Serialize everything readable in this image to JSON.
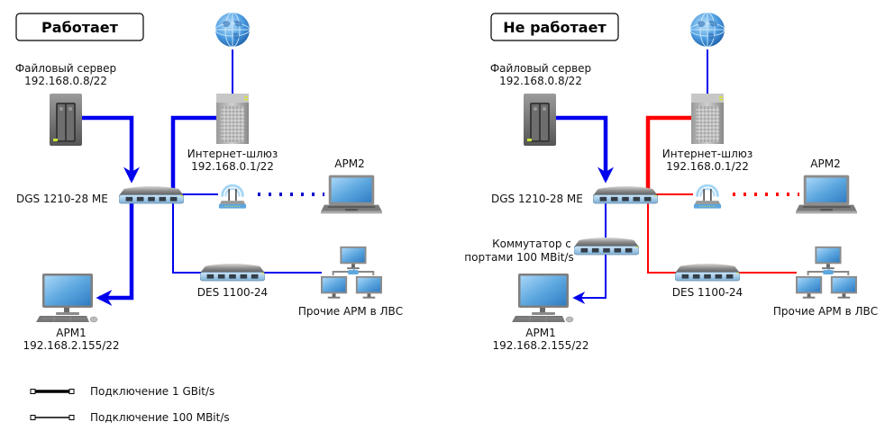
{
  "colors": {
    "link_ok": "#0000ee",
    "link_bad": "#ff0000",
    "wifi_ok": "#0000cc",
    "wifi_bad": "#ff0000",
    "legend_line": "#000000"
  },
  "panels": [
    {
      "id": "working",
      "title": "Работает",
      "nodes": {
        "file_server": {
          "name": "Файловый сервер",
          "ip": "192.168.0.8/22"
        },
        "gateway": {
          "name": "Интернет-шлюз",
          "ip": "192.168.0.1/22"
        },
        "core_switch": {
          "name": "DGS 1210-28 ME"
        },
        "access_switch": {
          "name": "DES 1100-24"
        },
        "arm2": {
          "name": "АРМ2"
        },
        "lan": {
          "name": "Прочие АРМ в ЛВС"
        },
        "arm1": {
          "name": "АРМ1",
          "ip": "192.168.2.155/22"
        }
      },
      "links": {
        "fileserver_core": {
          "speed": "1 GBit/s",
          "state": "ok"
        },
        "gateway_core": {
          "speed": "1 GBit/s",
          "state": "ok"
        },
        "core_arm1": {
          "speed": "1 GBit/s",
          "state": "ok"
        },
        "core_wifi": {
          "speed": "100 MBit/s",
          "state": "ok"
        },
        "core_access": {
          "speed": "100 MBit/s",
          "state": "ok"
        },
        "access_lan": {
          "speed": "100 MBit/s",
          "state": "ok"
        },
        "wifi_arm2": {
          "speed": "wireless",
          "state": "ok"
        },
        "internet_gateway": {
          "speed": "100 MBit/s",
          "state": "ok"
        }
      }
    },
    {
      "id": "not-working",
      "title": "Не работает",
      "nodes": {
        "file_server": {
          "name": "Файловый сервер",
          "ip": "192.168.0.8/22"
        },
        "gateway": {
          "name": "Интернет-шлюз",
          "ip": "192.168.0.1/22"
        },
        "core_switch": {
          "name": "DGS 1210-28 ME"
        },
        "mid_switch": {
          "name_line1": "Коммутатор с",
          "name_line2": "портами 100 MBit/s"
        },
        "access_switch": {
          "name": "DES 1100-24"
        },
        "arm2": {
          "name": "АРМ2"
        },
        "lan": {
          "name": "Прочие АРМ в ЛВС"
        },
        "arm1": {
          "name": "АРМ1",
          "ip": "192.168.2.155/22"
        }
      },
      "links": {
        "fileserver_core": {
          "speed": "1 GBit/s",
          "state": "ok"
        },
        "gateway_core": {
          "speed": "1 GBit/s",
          "state": "bad"
        },
        "core_mid": {
          "speed": "100 MBit/s",
          "state": "ok"
        },
        "mid_arm1": {
          "speed": "100 MBit/s",
          "state": "ok"
        },
        "core_wifi": {
          "speed": "100 MBit/s",
          "state": "bad"
        },
        "core_access": {
          "speed": "100 MBit/s",
          "state": "bad"
        },
        "access_lan": {
          "speed": "100 MBit/s",
          "state": "bad"
        },
        "wifi_arm2": {
          "speed": "wireless",
          "state": "bad"
        },
        "internet_gateway": {
          "speed": "100 MBit/s",
          "state": "ok"
        }
      }
    }
  ],
  "legend": [
    {
      "label": "Подключение 1 GBit/s",
      "type": "thick"
    },
    {
      "label": "Подключение 100 MBit/s",
      "type": "thin"
    }
  ]
}
